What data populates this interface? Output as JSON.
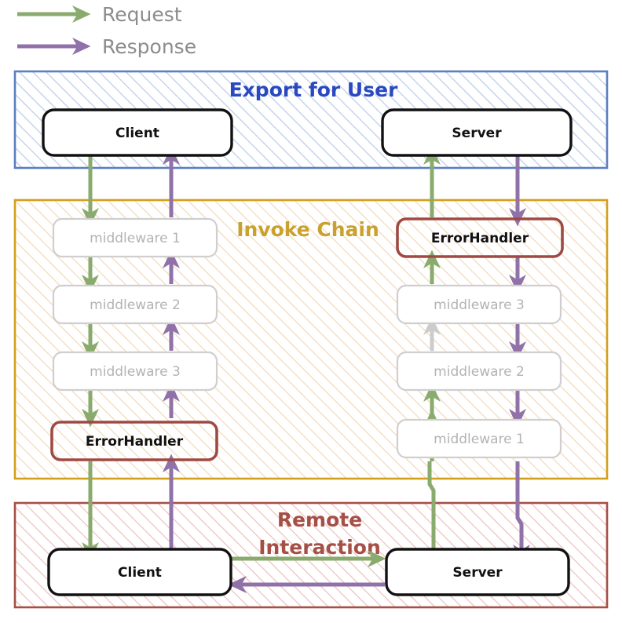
{
  "legend": {
    "items": [
      {
        "label": "Request",
        "color": "#8aab6e",
        "icon": "arrow-right-icon"
      },
      {
        "label": "Response",
        "color": "#9071a8",
        "icon": "arrow-right-icon"
      }
    ]
  },
  "bands": [
    {
      "id": "export-for-user",
      "title": "Export for User",
      "title_color": "#2a49c0",
      "border_color": "#5b7fbf",
      "hatch_color": "#b9cbe8"
    },
    {
      "id": "invoke-chain",
      "title": "Invoke Chain",
      "title_color": "#c9a12e",
      "border_color": "#d3a01b",
      "hatch_color": "#f0d7b4"
    },
    {
      "id": "remote-interaction",
      "title": "Remote Interaction",
      "title_line_1": "Remote",
      "title_line_2": "Interaction",
      "title_color": "#a54f46",
      "border_color": "#a54f46",
      "hatch_color": "#e8b9b4"
    }
  ],
  "nodes": {
    "export_client": "Client",
    "export_server": "Server",
    "remote_client": "Client",
    "remote_server": "Server",
    "left_chain": [
      {
        "label": "middleware 1",
        "style": "muted"
      },
      {
        "label": "middleware 2",
        "style": "muted"
      },
      {
        "label": "middleware 3",
        "style": "muted"
      },
      {
        "label": "ErrorHandler",
        "style": "error"
      }
    ],
    "right_chain": [
      {
        "label": "ErrorHandler",
        "style": "error"
      },
      {
        "label": "middleware 3",
        "style": "muted"
      },
      {
        "label": "middleware 2",
        "style": "muted"
      },
      {
        "label": "middleware 1",
        "style": "muted"
      }
    ]
  },
  "colors": {
    "request": "#8aab6e",
    "response": "#9071a8",
    "dim_arrow": "#cccccc",
    "node_text_muted": "#b3b3b3",
    "node_text_strong": "#111111",
    "error_border": "#9e4a43",
    "legend_text": "#8c8c8c"
  }
}
